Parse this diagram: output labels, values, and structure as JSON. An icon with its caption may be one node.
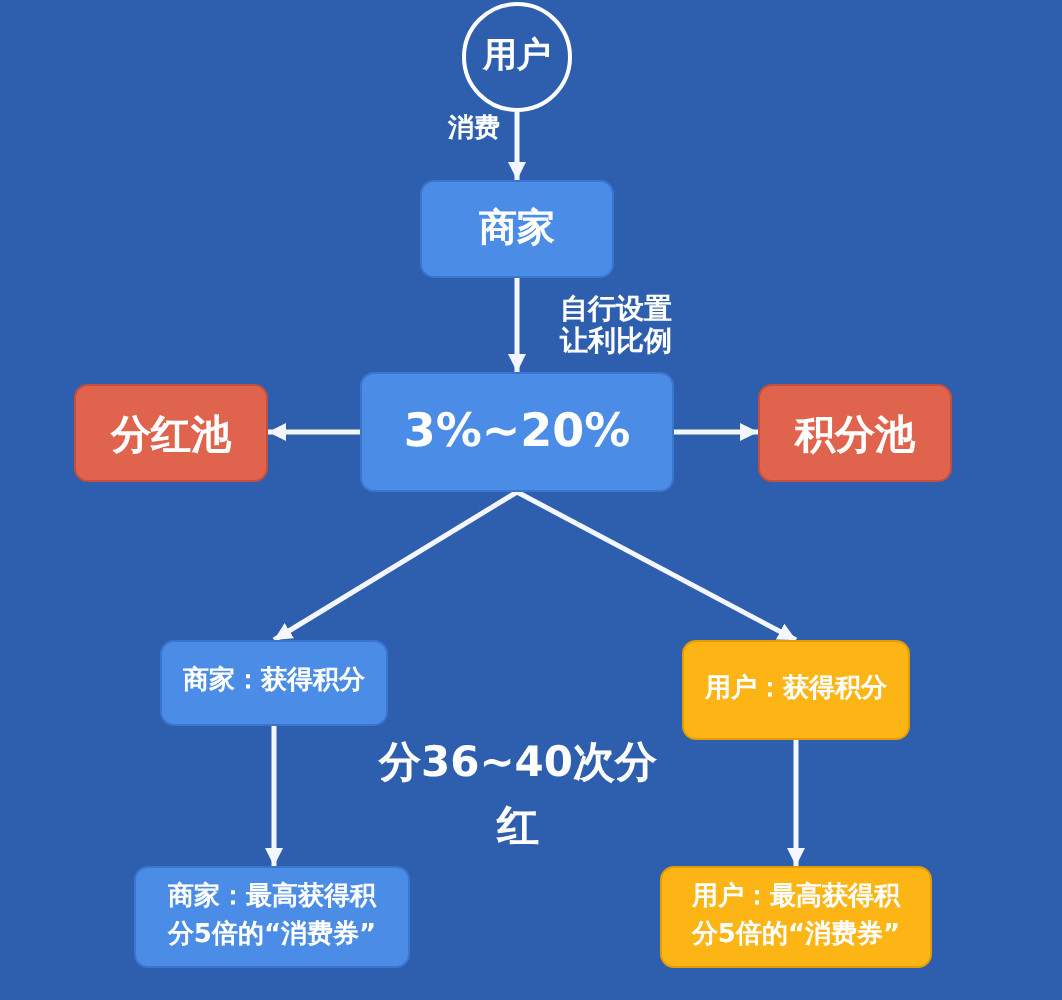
{
  "diagram": {
    "nodes": [
      {
        "text": [
          "用户"
        ]
      },
      {
        "text": [
          "商家"
        ]
      },
      {
        "text": [
          "3%~20%"
        ]
      },
      {
        "text": [
          "分红池"
        ]
      },
      {
        "text": [
          "积分池"
        ]
      },
      {
        "text": [
          "商家：获得积分"
        ]
      },
      {
        "text": [
          "用户：获得积分"
        ]
      },
      {
        "text": [
          "商家：最高获得积分5倍的“消费券”"
        ]
      },
      {
        "text": [
          "用户：最高获得积分5倍的“消费券”"
        ]
      }
    ],
    "edges": [
      {
        "from": 0,
        "to": 1,
        "arrow": "to",
        "label": "消费"
      },
      {
        "from": 1,
        "to": 2,
        "arrow": "to",
        "label": "自行设置让利比例"
      },
      {
        "from": 2,
        "to": 3,
        "arrow": "to"
      },
      {
        "from": 2,
        "to": 4,
        "arrow": "to"
      },
      {
        "from": 2,
        "to": 5,
        "arrow": "to"
      },
      {
        "from": 2,
        "to": 6,
        "arrow": "to"
      },
      {
        "from": 5,
        "to": 7,
        "arrow": "to"
      },
      {
        "from": 6,
        "to": 8,
        "arrow": "to"
      }
    ],
    "labels": [
      "分36~40次分红"
    ]
  }
}
